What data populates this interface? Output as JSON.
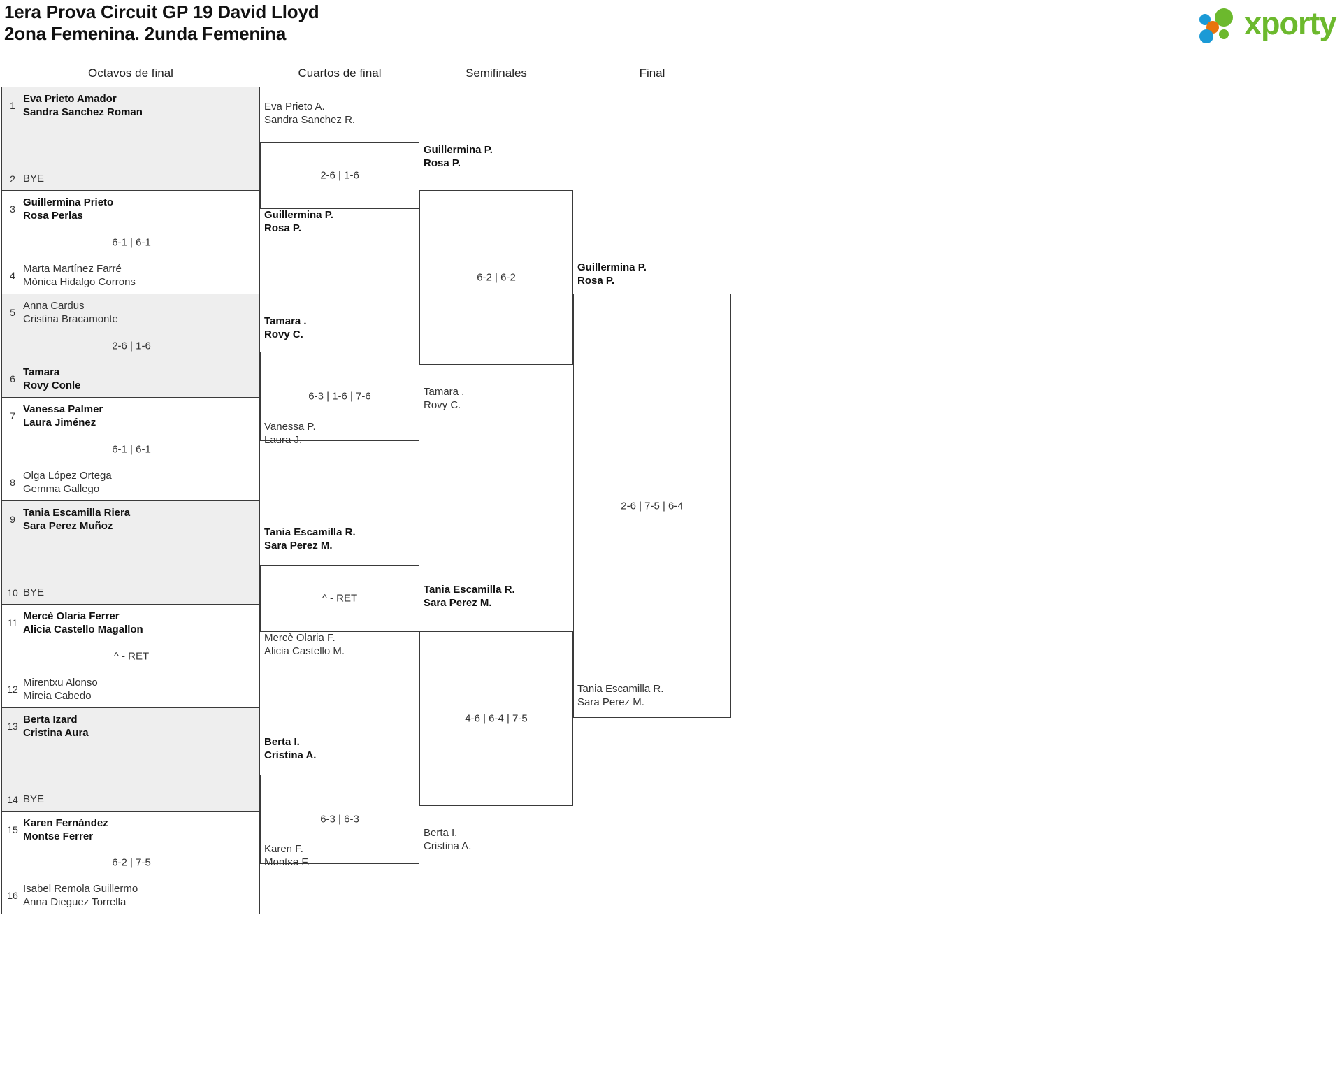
{
  "header": {
    "title_line1": "1era Prova Circuit GP 19 David Lloyd",
    "title_line2": "2ona Femenina. 2unda Femenina",
    "logo_text": "xporty",
    "logo_colors": {
      "green": "#6cb92d",
      "blue": "#1b9ad6",
      "orange": "#e8740c"
    }
  },
  "rounds": [
    {
      "label": "Octavos de final"
    },
    {
      "label": "Cuartos de final"
    },
    {
      "label": "Semifinales"
    },
    {
      "label": "Final"
    }
  ],
  "round_of_16": [
    {
      "shaded": true,
      "top": {
        "seed": "1",
        "p1": "Eva Prieto Amador",
        "p2": "Sandra Sanchez Roman",
        "winner": true
      },
      "bottom": {
        "seed": "2",
        "p1": "BYE",
        "p2": "",
        "winner": false,
        "bye": true
      },
      "score": ""
    },
    {
      "shaded": false,
      "top": {
        "seed": "3",
        "p1": "Guillermina Prieto",
        "p2": "Rosa Perlas",
        "winner": true
      },
      "bottom": {
        "seed": "4",
        "p1": "Marta Martínez Farré",
        "p2": "Mònica Hidalgo Corrons",
        "winner": false
      },
      "score": "6-1 | 6-1"
    },
    {
      "shaded": true,
      "top": {
        "seed": "5",
        "p1": "Anna Cardus",
        "p2": "Cristina Bracamonte",
        "winner": false
      },
      "bottom": {
        "seed": "6",
        "p1": "Tamara",
        "p2": "Rovy Conle",
        "winner": true
      },
      "score": "2-6 | 1-6"
    },
    {
      "shaded": false,
      "top": {
        "seed": "7",
        "p1": "Vanessa Palmer",
        "p2": "Laura Jiménez",
        "winner": true
      },
      "bottom": {
        "seed": "8",
        "p1": "Olga López Ortega",
        "p2": "Gemma Gallego",
        "winner": false
      },
      "score": "6-1 | 6-1"
    },
    {
      "shaded": true,
      "top": {
        "seed": "9",
        "p1": "Tania Escamilla Riera",
        "p2": "Sara Perez Muñoz",
        "winner": true
      },
      "bottom": {
        "seed": "10",
        "p1": "BYE",
        "p2": "",
        "winner": false,
        "bye": true
      },
      "score": ""
    },
    {
      "shaded": false,
      "top": {
        "seed": "11",
        "p1": "Mercè Olaria Ferrer",
        "p2": "Alicia Castello Magallon",
        "winner": true
      },
      "bottom": {
        "seed": "12",
        "p1": "Mirentxu Alonso",
        "p2": "Mireia Cabedo",
        "winner": false
      },
      "score": "^ - RET"
    },
    {
      "shaded": true,
      "top": {
        "seed": "13",
        "p1": "Berta Izard",
        "p2": "Cristina Aura",
        "winner": true
      },
      "bottom": {
        "seed": "14",
        "p1": "BYE",
        "p2": "",
        "winner": false,
        "bye": true
      },
      "score": ""
    },
    {
      "shaded": false,
      "top": {
        "seed": "15",
        "p1": "Karen Fernández",
        "p2": "Montse Ferrer",
        "winner": true
      },
      "bottom": {
        "seed": "16",
        "p1": "Isabel Remola Guillermo",
        "p2": "Anna Dieguez Torrella",
        "winner": false
      },
      "score": "6-2 | 7-5"
    }
  ],
  "quarterfinals": [
    {
      "top": {
        "p1": "Eva Prieto A.",
        "p2": "Sandra Sanchez R.",
        "winner": false
      },
      "bottom": {
        "p1": "Guillermina P.",
        "p2": "Rosa P.",
        "winner": true
      },
      "score": "2-6 | 1-6"
    },
    {
      "top": {
        "p1": "Tamara .",
        "p2": "Rovy C.",
        "winner": true
      },
      "bottom": {
        "p1": "Vanessa P.",
        "p2": "Laura J.",
        "winner": false
      },
      "score": "6-3 | 1-6 | 7-6"
    },
    {
      "top": {
        "p1": "Tania Escamilla R.",
        "p2": "Sara Perez M.",
        "winner": true
      },
      "bottom": {
        "p1": "Mercè Olaria F.",
        "p2": "Alicia Castello M.",
        "winner": false
      },
      "score": "^ - RET"
    },
    {
      "top": {
        "p1": "Berta I.",
        "p2": "Cristina A.",
        "winner": true
      },
      "bottom": {
        "p1": "Karen F.",
        "p2": "Montse F.",
        "winner": false
      },
      "score": "6-3 | 6-3"
    }
  ],
  "semifinals": [
    {
      "top": {
        "p1": "Guillermina P.",
        "p2": "Rosa P.",
        "winner": true
      },
      "bottom": {
        "p1": "Tamara .",
        "p2": "Rovy C.",
        "winner": false
      },
      "score": "6-2 | 6-2"
    },
    {
      "top": {
        "p1": "Tania Escamilla R.",
        "p2": "Sara Perez M.",
        "winner": true
      },
      "bottom": {
        "p1": "Berta I.",
        "p2": "Cristina A.",
        "winner": false
      },
      "score": "4-6 | 6-4 | 7-5"
    }
  ],
  "final": {
    "top": {
      "p1": "Guillermina P.",
      "p2": "Rosa P.",
      "winner": true
    },
    "bottom": {
      "p1": "Tania Escamilla R.",
      "p2": "Sara Perez M.",
      "winner": false
    },
    "score": "2-6 | 7-5 | 6-4"
  }
}
